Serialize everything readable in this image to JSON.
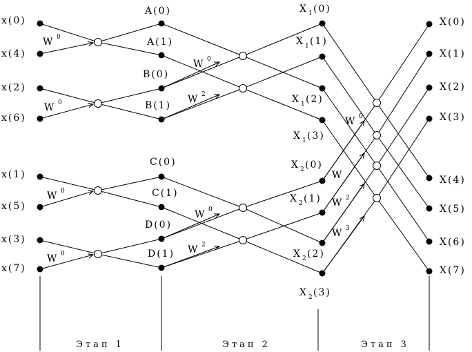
{
  "inputs": [
    "x(0)",
    "x(4)",
    "x(2)",
    "x(6)",
    "x(1)",
    "x(5)",
    "x(3)",
    "x(7)"
  ],
  "stage1_outputs": [
    "A(0)",
    "A(1)",
    "B(0)",
    "B(1)",
    "C(0)",
    "C(1)",
    "D(0)",
    "D(1)"
  ],
  "stage2_outputs": [
    {
      "base": "X",
      "sub": "1",
      "idx": "(0)"
    },
    {
      "base": "X",
      "sub": "1",
      "idx": "(1)"
    },
    {
      "base": "X",
      "sub": "1",
      "idx": "(2)"
    },
    {
      "base": "X",
      "sub": "1",
      "idx": "(3)"
    },
    {
      "base": "X",
      "sub": "2",
      "idx": "(0)"
    },
    {
      "base": "X",
      "sub": "2",
      "idx": "(1)"
    },
    {
      "base": "X",
      "sub": "2",
      "idx": "(2)"
    },
    {
      "base": "X",
      "sub": "2",
      "idx": "(3)"
    }
  ],
  "outputs": [
    "X(0)",
    "X(1)",
    "X(2)",
    "X(3)",
    "X(4)",
    "X(5)",
    "X(6)",
    "X(7)"
  ],
  "twiddles": {
    "stage1": [
      {
        "base": "W",
        "exp": "0"
      },
      {
        "base": "W",
        "exp": "0"
      },
      {
        "base": "W",
        "exp": "0"
      },
      {
        "base": "W",
        "exp": "0"
      }
    ],
    "stage2": [
      {
        "base": "W",
        "exp": "0"
      },
      {
        "base": "W",
        "exp": "2"
      },
      {
        "base": "W",
        "exp": "0"
      },
      {
        "base": "W",
        "exp": "2"
      }
    ],
    "stage3": [
      {
        "base": "W",
        "exp": "0"
      },
      {
        "base": "W",
        "exp": ""
      },
      {
        "base": "W",
        "exp": "2"
      },
      {
        "base": "W",
        "exp": "3"
      }
    ]
  },
  "stages": [
    "Этап 1",
    "Этап 2",
    "Этап 3"
  ]
}
